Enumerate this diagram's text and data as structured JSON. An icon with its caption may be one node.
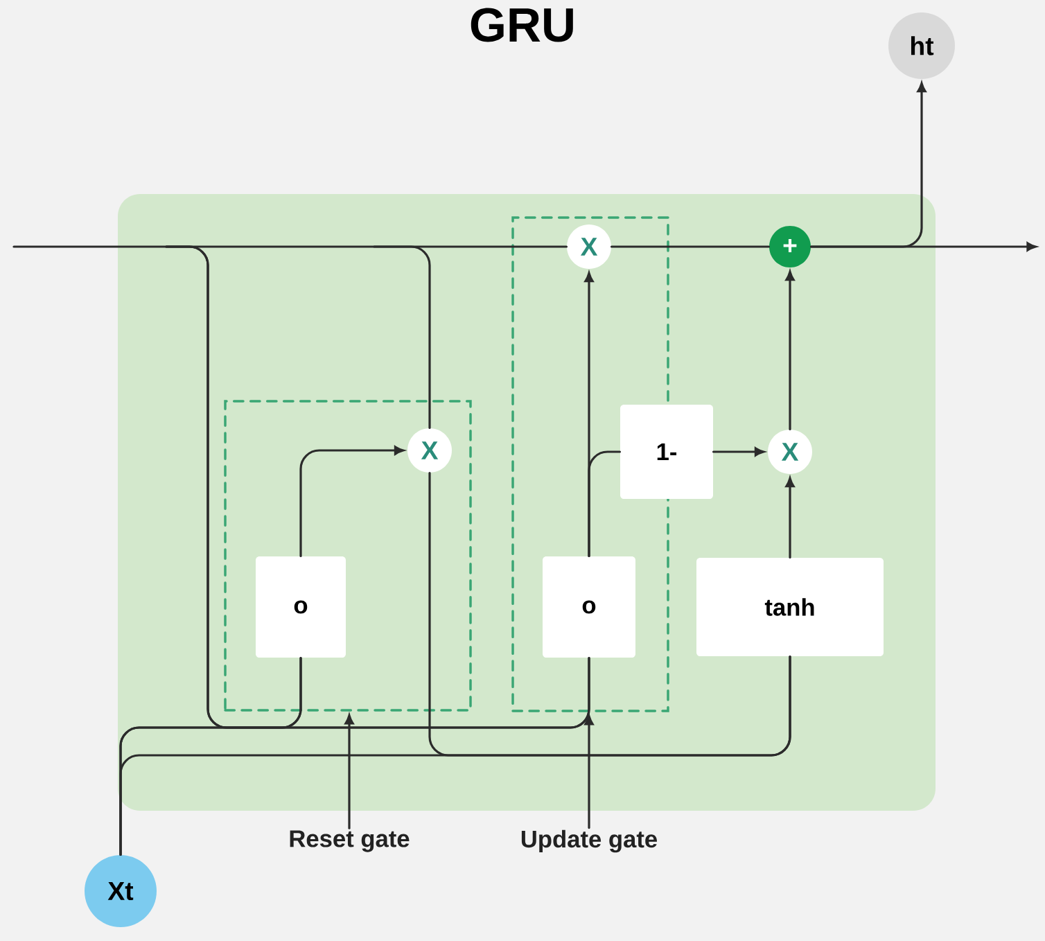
{
  "diagram": {
    "title": "GRU",
    "nodes": [
      {
        "text": [
          "ht"
        ]
      },
      {
        "text": [],
        "shape": "box"
      },
      {
        "text": [],
        "shape": "box"
      },
      {
        "text": [
          "X"
        ],
        "in": 2
      },
      {
        "text": [
          "+"
        ]
      },
      {
        "text": [
          "X"
        ],
        "in": 1
      },
      {
        "text": [
          "1-"
        ]
      },
      {
        "text": [
          "X"
        ]
      },
      {
        "text": [
          "o"
        ],
        "in": 1
      },
      {
        "text": [
          "o"
        ],
        "in": 2
      },
      {
        "text": [
          "tanh"
        ]
      },
      {
        "text": [
          "Xt"
        ]
      },
      {
        "text": [
          "Reset gate"
        ]
      },
      {
        "text": [
          "Update gate"
        ]
      }
    ],
    "edges": [
      {
        "from": null,
        "to": 3,
        "arrow": "none"
      },
      {
        "from": 3,
        "to": 4,
        "arrow": "none"
      },
      {
        "from": 4,
        "to": null,
        "arrow": "to"
      },
      {
        "from": 4,
        "to": 0,
        "arrow": "to"
      },
      {
        "from": null,
        "to": 8,
        "arrow": "none"
      },
      {
        "from": null,
        "to": 9,
        "arrow": "none"
      },
      {
        "from": 11,
        "to": 8,
        "arrow": "none"
      },
      {
        "from": 11,
        "to": 9,
        "arrow": "none"
      },
      {
        "from": 11,
        "to": 10,
        "arrow": "none"
      },
      {
        "from": null,
        "to": 5,
        "arrow": "none"
      },
      {
        "from": 5,
        "to": 10,
        "arrow": "none"
      },
      {
        "from": 8,
        "to": 5,
        "arrow": "to"
      },
      {
        "from": 9,
        "to": 3,
        "arrow": "to"
      },
      {
        "from": 9,
        "to": 6,
        "arrow": "none"
      },
      {
        "from": 6,
        "to": 7,
        "arrow": "to"
      },
      {
        "from": 10,
        "to": 7,
        "arrow": "to"
      },
      {
        "from": 7,
        "to": 4,
        "arrow": "to"
      },
      {
        "from": 12,
        "to": 1,
        "arrow": "to"
      },
      {
        "from": 13,
        "to": 2,
        "arrow": "to"
      }
    ]
  }
}
